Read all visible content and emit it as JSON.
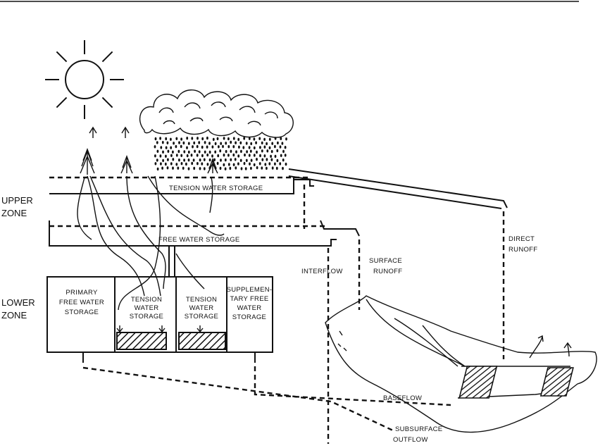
{
  "zones": {
    "upper": [
      "UPPER",
      "ZONE"
    ],
    "lower": [
      "LOWER",
      "ZONE"
    ]
  },
  "storages": {
    "tension_water": "TENSION WATER STORAGE",
    "free_water": "FREE WATER STORAGE",
    "primary_free": [
      "PRIMARY",
      "FREE WATER",
      "STORAGE"
    ],
    "lower_tension_1": [
      "TENSION",
      "WATER",
      "STORAGE"
    ],
    "lower_tension_2": [
      "TENSION",
      "WATER",
      "STORAGE"
    ],
    "supplementary_free": [
      "SUPPLEMEN-",
      "TARY FREE",
      "WATER",
      "STORAGE"
    ]
  },
  "flows": {
    "direct_runoff": [
      "DIRECT",
      "RUNOFF"
    ],
    "surface_runoff": [
      "SURFACE",
      "RUNOFF"
    ],
    "interflow": "INTERFLOW",
    "baseflow": "BASEFLOW",
    "subsurface_outflow": [
      "SUBSURFACE",
      "OUTFLOW"
    ]
  },
  "icons": [
    "sun-icon",
    "cloud-icon",
    "rain-icon",
    "tree-icon",
    "watershed-icon"
  ],
  "colors": {
    "ink": "#111111",
    "background": "#ffffff"
  }
}
